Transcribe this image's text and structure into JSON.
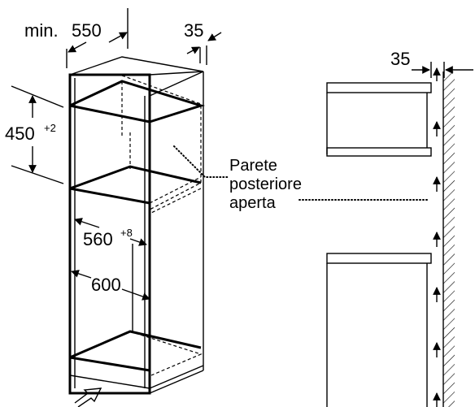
{
  "labels": {
    "width_min_prefix": "min.",
    "width_min_value": "550",
    "depth_top": "35",
    "height_value": "450",
    "height_tolerance": "+2",
    "inner_width_value": "560",
    "inner_width_tolerance": "+8",
    "outer_width": "600",
    "side_gap": "35",
    "rear_wall_note": [
      "Parete",
      "posteriore",
      "aperta"
    ]
  },
  "colors": {
    "line": "#000000",
    "background": "#ffffff"
  }
}
